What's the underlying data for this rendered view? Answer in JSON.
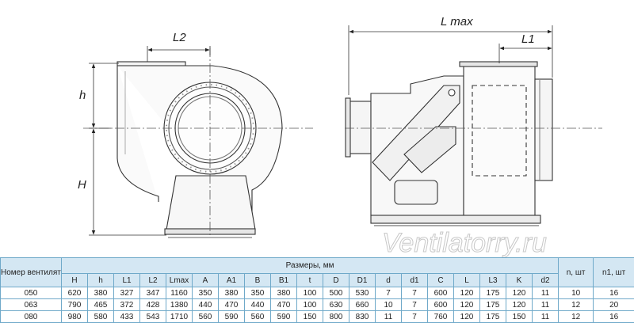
{
  "drawing": {
    "left_labels": {
      "l2": "L2",
      "h_small": "h",
      "h_big": "H"
    },
    "right_labels": {
      "lmax": "L max",
      "l1": "L1"
    },
    "watermark": "Ventilatorry.ru"
  },
  "table": {
    "fan_number_header": "Номер вентилятора",
    "sizes_header": "Размеры, мм",
    "n_header": "n, шт",
    "n1_header": "n1, шт",
    "size_columns": [
      "H",
      "h",
      "L1",
      "L2",
      "Lmax",
      "A",
      "A1",
      "B",
      "B1",
      "t",
      "D",
      "D1",
      "d",
      "d1",
      "C",
      "L",
      "L3",
      "K",
      "d2"
    ],
    "rows": [
      {
        "number": "050",
        "values": [
          "620",
          "380",
          "327",
          "347",
          "1160",
          "350",
          "380",
          "350",
          "380",
          "100",
          "500",
          "530",
          "7",
          "7",
          "600",
          "120",
          "175",
          "120",
          "11"
        ],
        "n": "10",
        "n1": "16"
      },
      {
        "number": "063",
        "values": [
          "790",
          "465",
          "372",
          "428",
          "1380",
          "440",
          "470",
          "440",
          "470",
          "100",
          "630",
          "660",
          "10",
          "7",
          "600",
          "120",
          "175",
          "120",
          "11"
        ],
        "n": "12",
        "n1": "20"
      },
      {
        "number": "080",
        "values": [
          "980",
          "580",
          "433",
          "543",
          "1710",
          "560",
          "590",
          "560",
          "590",
          "150",
          "800",
          "830",
          "11",
          "7",
          "760",
          "120",
          "175",
          "150",
          "11"
        ],
        "n": "12",
        "n1": "16"
      }
    ]
  }
}
